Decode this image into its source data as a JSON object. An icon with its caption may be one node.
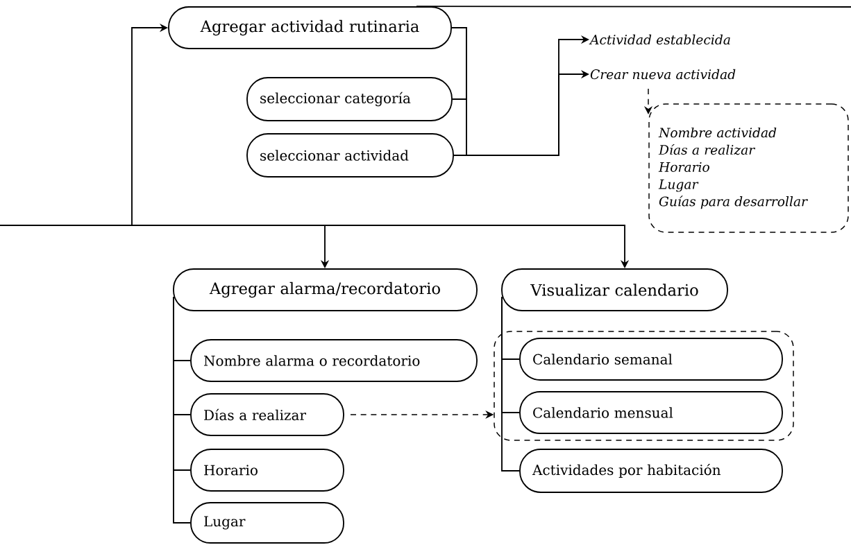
{
  "diagram": {
    "nodes": [
      {
        "text": [
          "Agregar actividad rutinaria"
        ]
      },
      {
        "text": [
          "seleccionar categoría"
        ]
      },
      {
        "text": [
          "seleccionar actividad"
        ]
      },
      {
        "text": [
          "Actividad establecida"
        ]
      },
      {
        "text": [
          "Crear nueva actividad"
        ]
      },
      {
        "text": [
          "Nombre actividad",
          "Días a realizar",
          "Horario",
          "Lugar",
          "Guías para desarrollar"
        ]
      },
      {
        "text": [
          "Agregar alarma/recordatorio"
        ]
      },
      {
        "text": [
          "Nombre alarma o recordatorio"
        ]
      },
      {
        "text": [
          "Días a realizar"
        ]
      },
      {
        "text": [
          "Horario"
        ]
      },
      {
        "text": [
          "Lugar"
        ]
      },
      {
        "text": [
          "Visualizar calendario"
        ]
      },
      {
        "text": [],
        "shape": "box"
      },
      {
        "text": [
          "Calendario semanal"
        ],
        "in": 12
      },
      {
        "text": [
          "Calendario mensual"
        ],
        "in": 12
      },
      {
        "text": [
          "Actividades por habitación"
        ]
      }
    ],
    "edges": [
      {
        "from": null,
        "to": 0,
        "arrow": "to"
      },
      {
        "from": null,
        "to": 6,
        "arrow": "to"
      },
      {
        "from": null,
        "to": 11,
        "arrow": "to"
      },
      {
        "from": 0,
        "to": null,
        "arrow": "none"
      },
      {
        "from": 0,
        "to": 1,
        "arrow": "none"
      },
      {
        "from": 0,
        "to": 2,
        "arrow": "none"
      },
      {
        "from": 2,
        "to": 3,
        "arrow": "to"
      },
      {
        "from": 2,
        "to": 4,
        "arrow": "to"
      },
      {
        "from": 4,
        "to": 5,
        "arrow": "to",
        "style": "dashed"
      },
      {
        "from": 6,
        "to": 7,
        "arrow": "none"
      },
      {
        "from": 6,
        "to": 8,
        "arrow": "none"
      },
      {
        "from": 6,
        "to": 9,
        "arrow": "none"
      },
      {
        "from": 6,
        "to": 10,
        "arrow": "none"
      },
      {
        "from": 8,
        "to": 12,
        "arrow": "to",
        "style": "dashed"
      },
      {
        "from": 11,
        "to": 13,
        "arrow": "none"
      },
      {
        "from": 11,
        "to": 14,
        "arrow": "none"
      },
      {
        "from": 11,
        "to": 15,
        "arrow": "none"
      }
    ]
  }
}
